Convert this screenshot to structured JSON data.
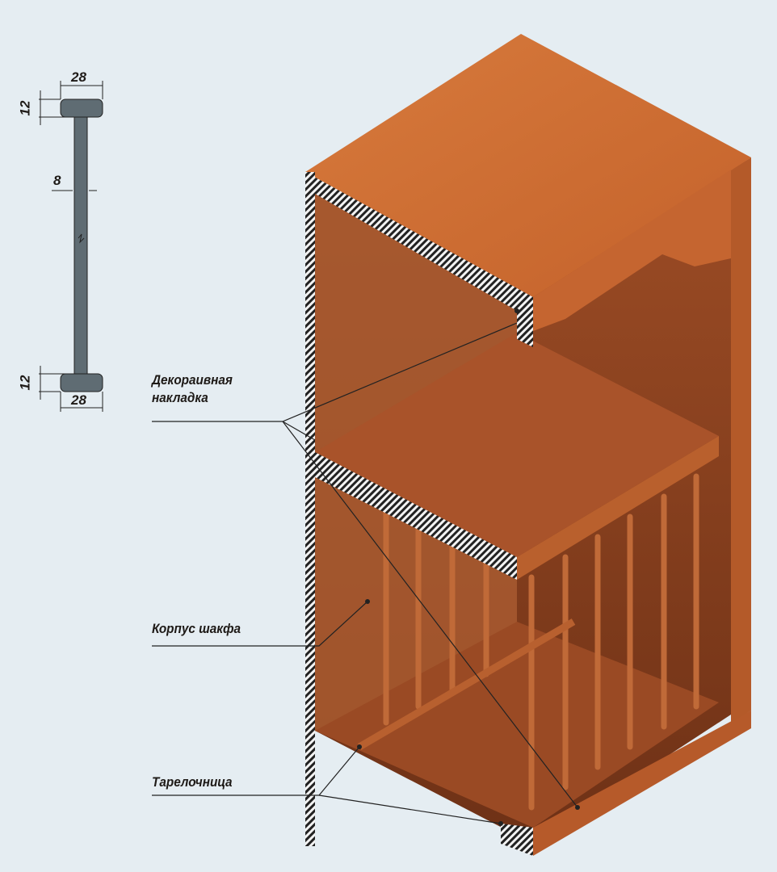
{
  "profile": {
    "top_width": "28",
    "top_height": "12",
    "rod_thickness": "8",
    "bottom_height": "12",
    "bottom_width": "28",
    "profile_color": "#5f6c73"
  },
  "labels": {
    "decorative_overlay_line1": "Декораивная",
    "decorative_overlay_line2": "накладка",
    "cabinet_body": "Корпус шакфа",
    "plate_rack": "Тарелочница"
  },
  "colors": {
    "background": "#e5edf2",
    "wood_light": "#c9682f",
    "wood_mid": "#a9532a",
    "wood_dark": "#7a3a1c"
  }
}
